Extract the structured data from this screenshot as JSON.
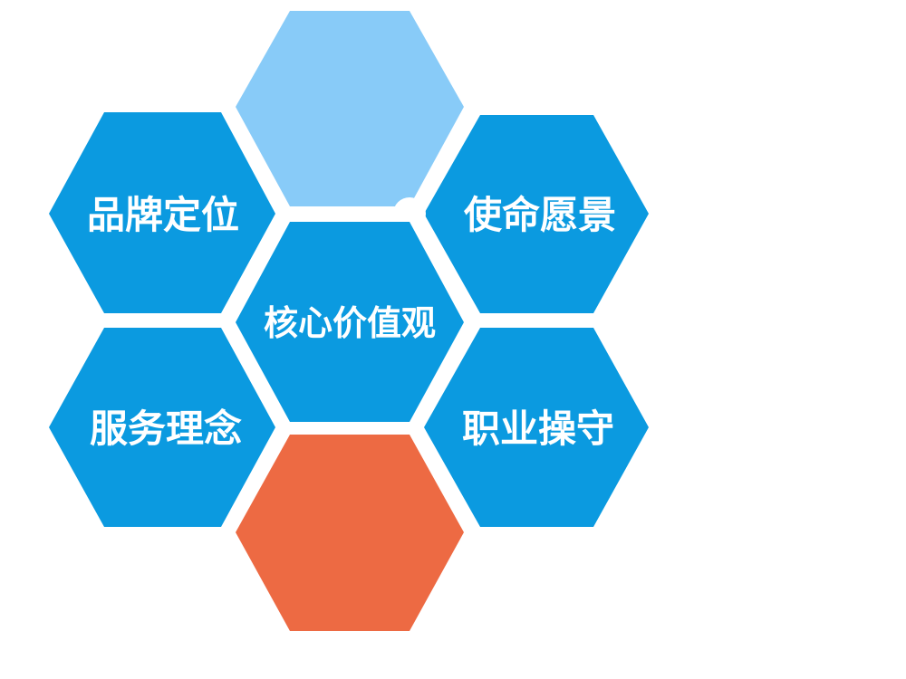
{
  "colors": {
    "primary_blue": "#0b9ae0",
    "light_blue": "#88cbf8",
    "orange": "#ed6a43",
    "label": "#ffffff"
  },
  "hexagons": {
    "center": {
      "label": "核心价值观",
      "color": "#0b9ae0"
    },
    "brand": {
      "label": "品牌定位",
      "color": "#0b9ae0"
    },
    "mission": {
      "label": "使命愿景",
      "color": "#0b9ae0"
    },
    "service": {
      "label": "服务理念",
      "color": "#0b9ae0"
    },
    "ethics": {
      "label": "职业操守",
      "color": "#0b9ae0"
    },
    "top_accent": {
      "label": "",
      "color": "#88cbf8"
    },
    "bottom_accent": {
      "label": "",
      "color": "#ed6a43"
    }
  }
}
